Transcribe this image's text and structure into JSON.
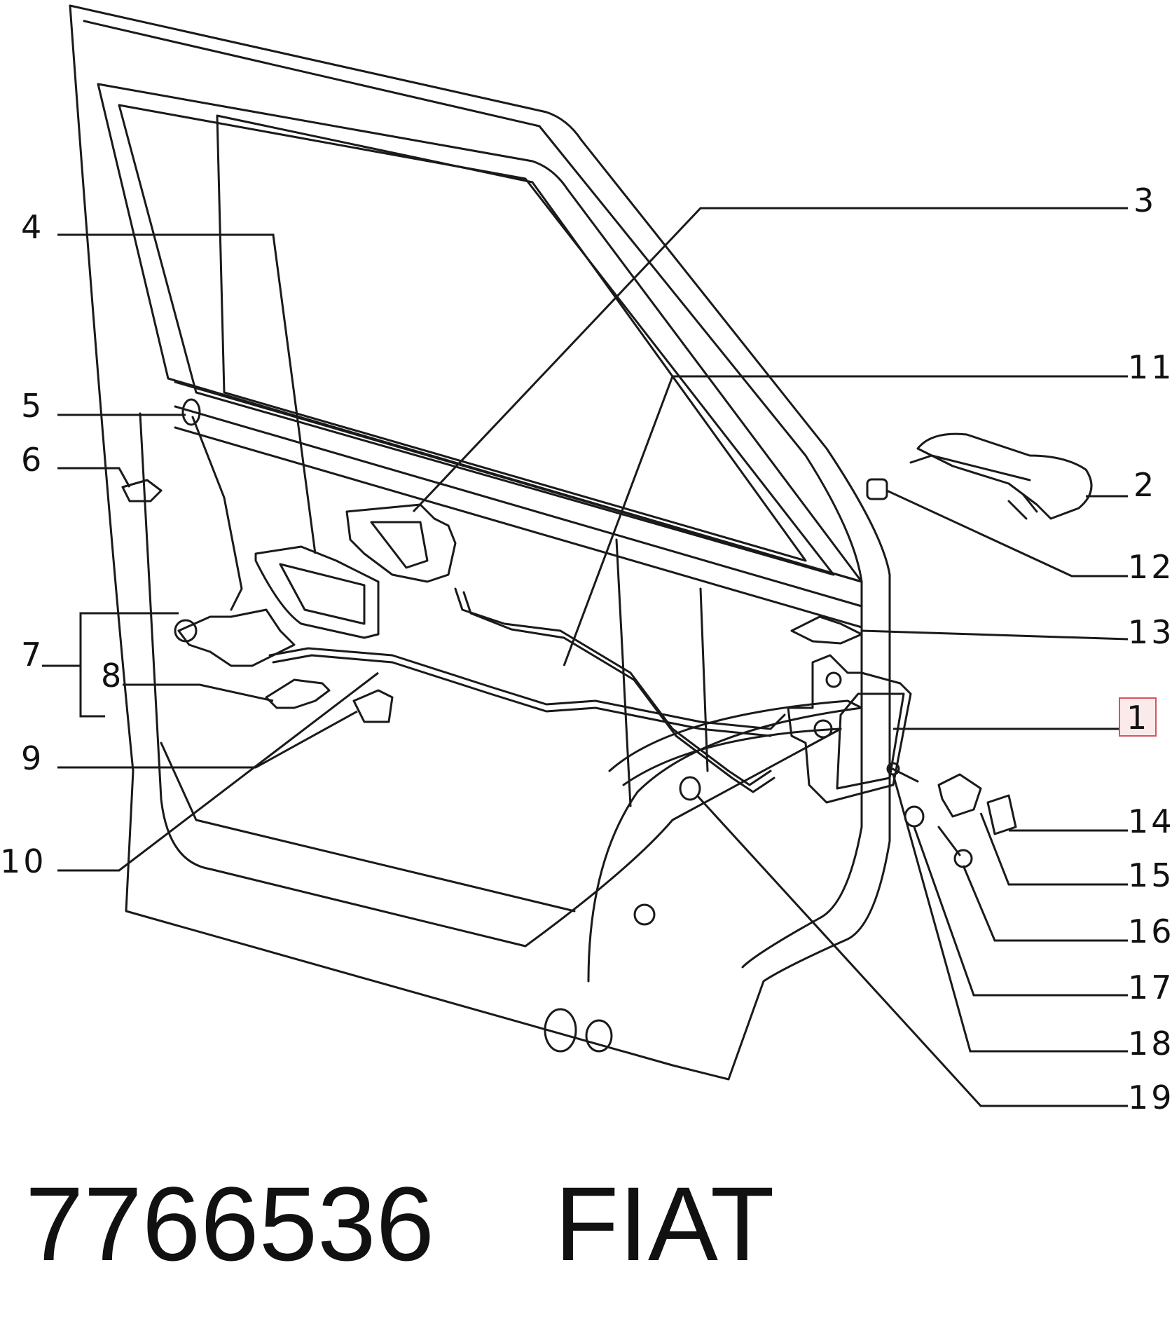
{
  "callouts": [
    "1",
    "2",
    "3",
    "4",
    "5",
    "6",
    "7",
    "8",
    "9",
    "10",
    "11",
    "12",
    "13",
    "14",
    "15",
    "16",
    "17",
    "18",
    "19"
  ],
  "highlighted_callout": "1",
  "highlight_color": "#d9535f",
  "caption": {
    "part_number": "7766536",
    "brand": "FIAT"
  }
}
